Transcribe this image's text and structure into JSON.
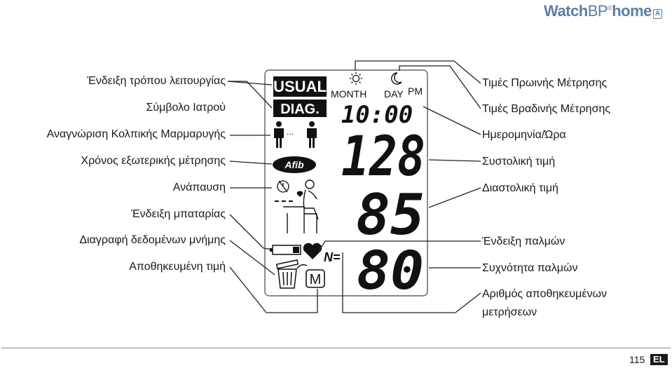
{
  "logo": {
    "brand": "Watch",
    "bp": "BP",
    "reg": "®",
    "home": "home",
    "badge": "A"
  },
  "display": {
    "usual": "USUAL",
    "diag": "DIAG.",
    "month": "MONTH",
    "day": "DAY",
    "pm": "PM",
    "time": "10:00",
    "systolic": "128",
    "diastolic": "85",
    "pulse": "80",
    "afib": "Afib",
    "memory": "M",
    "n_equals": "N="
  },
  "labels_left": [
    "Ένδειξη τρόπου λειτουργίας",
    "Σύμβολο Ιατρού",
    "Αναγνώριση Κολπικής Μαρμαρυγής",
    "Χρόνος εξωτερικής μέτρησης",
    "Ανάπαυση",
    "Ένδειξη μπαταρίας",
    "Διαγραφή δεδομένων μνήμης",
    "Αποθηκευμένη τιμή"
  ],
  "labels_right": [
    "Τιμές Πρωινής Μέτρησης",
    "Τιμές Βραδινής Μέτρησης",
    "Ημερομηνία/Ώρα",
    "Συστολική τιμή",
    "Διαστολική τιμή",
    "Ένδειξη παλμών",
    "Συχνότητα παλμών",
    "Αριθμός αποθηκευμένων",
    "μετρήσεων"
  ],
  "footer": {
    "page": "115",
    "lang": "EL"
  }
}
